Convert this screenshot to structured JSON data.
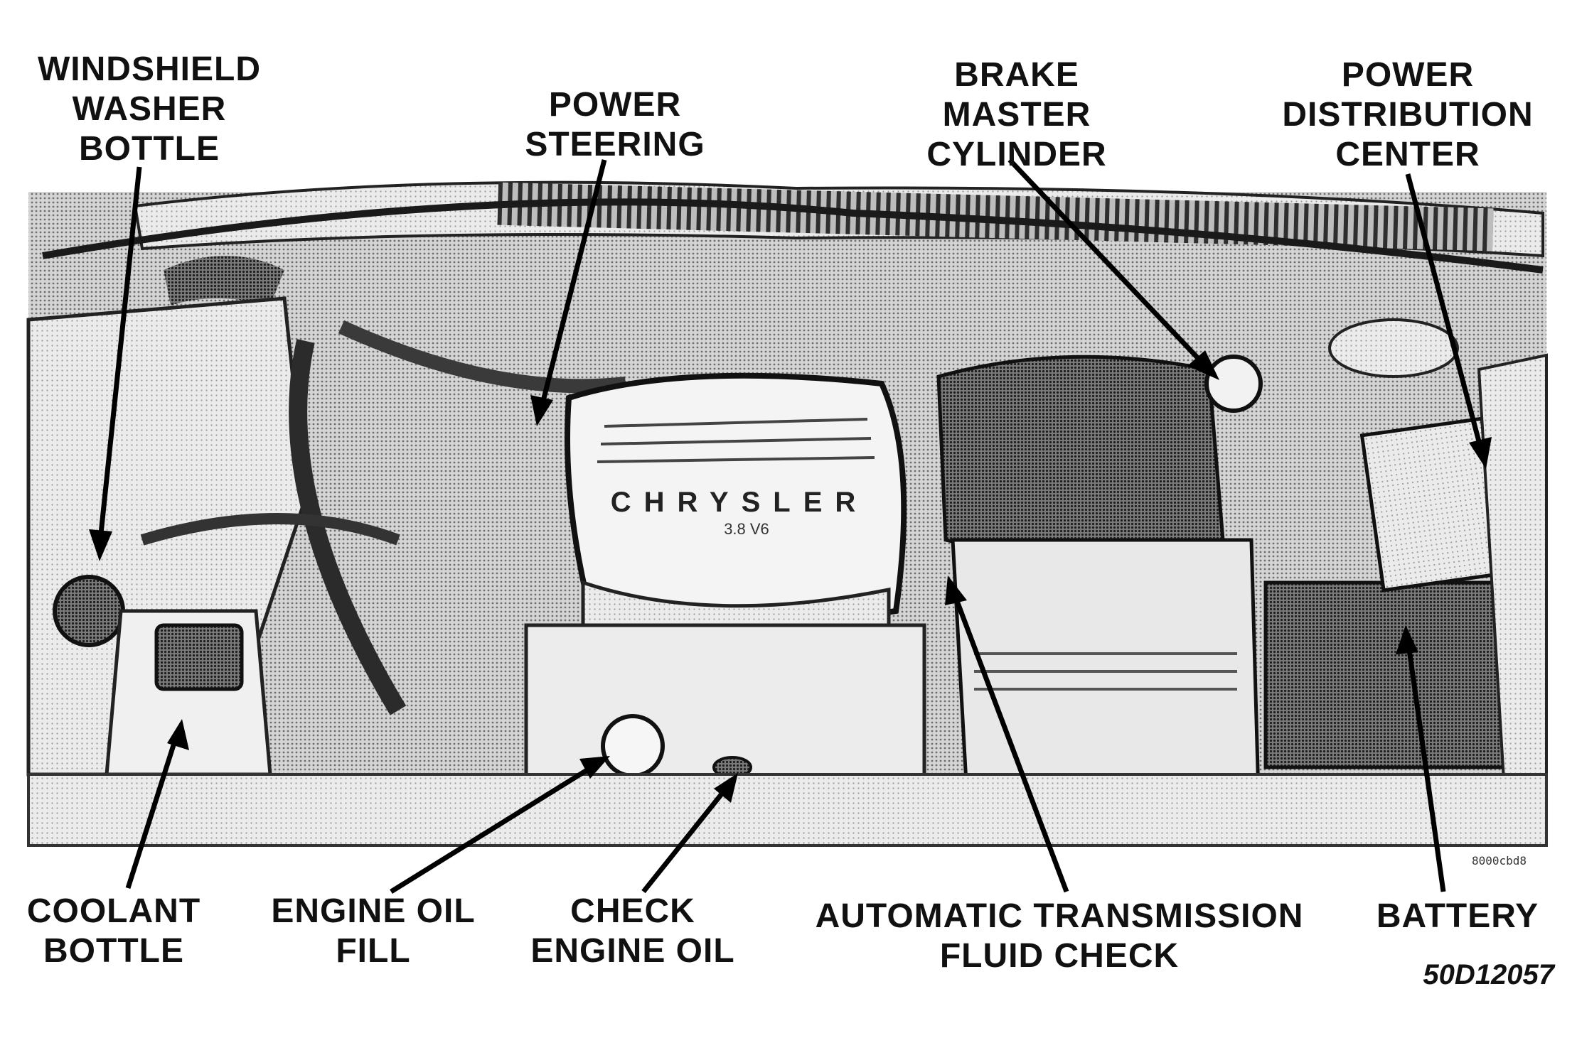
{
  "labels": {
    "washer": [
      "WINDSHIELD",
      "WASHER",
      "BOTTLE"
    ],
    "steering": [
      "POWER",
      "STEERING"
    ],
    "brake": [
      "BRAKE",
      "MASTER",
      "CYLINDER"
    ],
    "pdc": [
      "POWER",
      "DISTRIBUTION",
      "CENTER"
    ],
    "coolant": [
      "COOLANT",
      "BOTTLE"
    ],
    "oil_fill": [
      "ENGINE OIL",
      "FILL"
    ],
    "check_oil": [
      "CHECK",
      "ENGINE OIL"
    ],
    "atf": [
      "AUTOMATIC TRANSMISSION",
      "FLUID CHECK"
    ],
    "battery": [
      "BATTERY"
    ]
  },
  "engine_badge": "CHRYSLER",
  "engine_sub_badge": "3.8 V6",
  "figure_code": "50D12057",
  "small_code": "8000cbd8",
  "colors": {
    "ink": "#111111",
    "dark": "#3a3a3a",
    "mid": "#8c8c8c",
    "light": "#c8c8c8",
    "paper": "#ffffff"
  }
}
